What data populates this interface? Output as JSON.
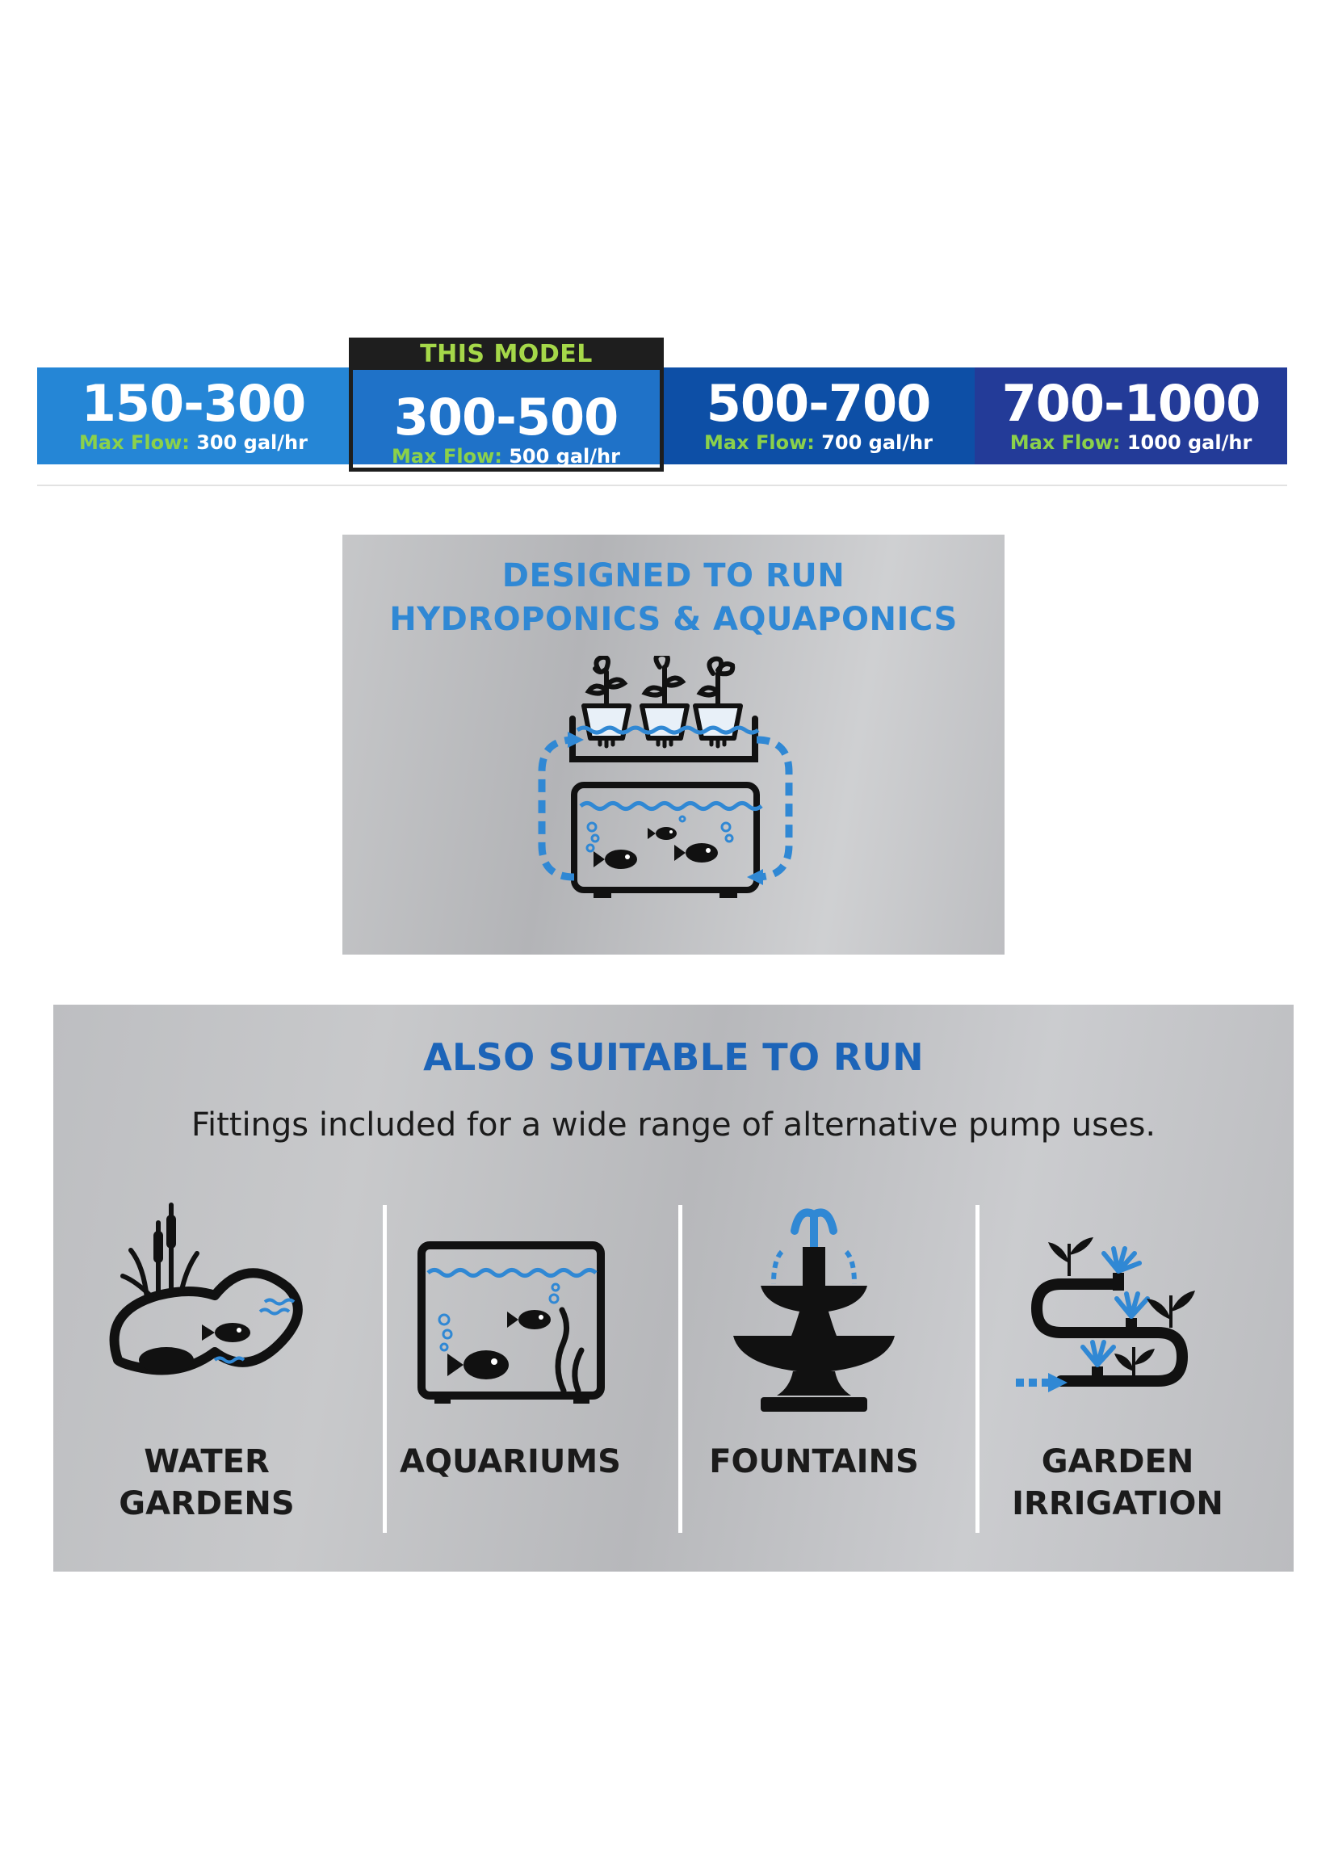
{
  "models": [
    {
      "range": "150-300",
      "flow_label": "Max Flow:",
      "flow_value": "300 gal/hr"
    },
    {
      "range": "300-500",
      "flow_label": "Max Flow:",
      "flow_value": "500 gal/hr"
    },
    {
      "range": "500-700",
      "flow_label": "Max Flow:",
      "flow_value": "700 gal/hr"
    },
    {
      "range": "700-1000",
      "flow_label": "Max Flow:",
      "flow_value": "1000 gal/hr"
    }
  ],
  "selected_tag": "THIS MODEL",
  "designed": {
    "line1": "DESIGNED TO RUN",
    "line2": "HYDROPONICS & AQUAPONICS",
    "icon": "aquaponics-cycle-icon"
  },
  "also": {
    "title": "ALSO SUITABLE TO RUN",
    "subtitle": "Fittings included for a wide range of alternative pump uses.",
    "uses": [
      {
        "line1": "WATER",
        "line2": "GARDENS",
        "icon": "pond-icon"
      },
      {
        "line1": "AQUARIUMS",
        "line2": "",
        "icon": "aquarium-icon"
      },
      {
        "line1": "FOUNTAINS",
        "line2": "",
        "icon": "fountain-icon"
      },
      {
        "line1": "GARDEN",
        "line2": "IRRIGATION",
        "icon": "irrigation-icon"
      }
    ]
  },
  "colors": {
    "accent_blue": "#3088d4",
    "title_blue": "#1c64b8",
    "flow_green": "#8bd14a",
    "tag_green": "#a5d849",
    "icon_black": "#111111"
  }
}
